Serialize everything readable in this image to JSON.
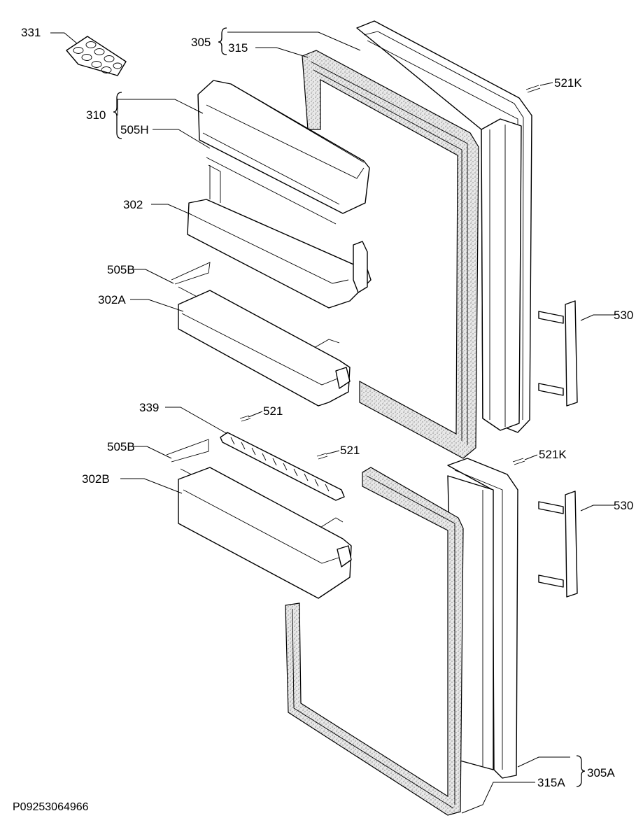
{
  "labels": {
    "l331": "331",
    "l305": "305",
    "l315": "315",
    "l521K_top": "521K",
    "l310": "310",
    "l505H": "505H",
    "l302": "302",
    "l505B_top": "505B",
    "l302A": "302A",
    "l530_top": "530",
    "l339": "339",
    "l521_a": "521",
    "l521_b": "521",
    "l521K_bottom": "521K",
    "l505B_bottom": "505B",
    "l302B": "302B",
    "l530_bottom": "530",
    "l305A": "305A",
    "l315A": "315A"
  },
  "reference": "P09253064966"
}
